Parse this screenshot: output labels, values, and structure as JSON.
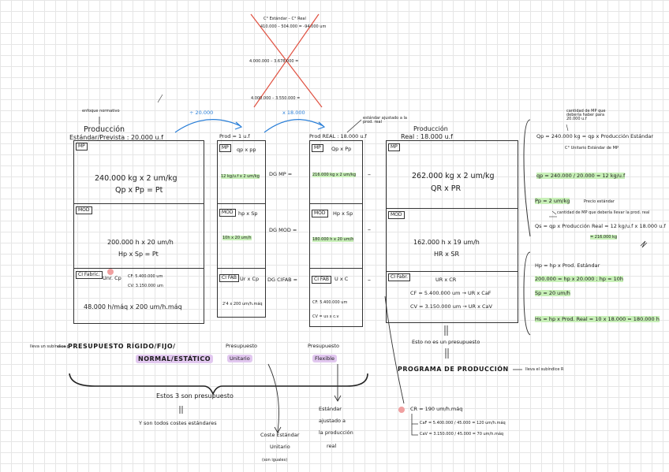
{
  "top": {
    "line1": "C° Estándar – C° Real",
    "line2": "410.000 – 504.000 = -94.000 um",
    "line3": "4.000.000 – 3.678.000 =",
    "line4": "4.000.000 – 3.550.000 ="
  },
  "enfoque": "enfoque normativo",
  "prod_std_label": "Producción",
  "prod_std_value": "Estándar/Prevista : 20.000 u.f",
  "arrow1": "÷ 20.000",
  "arrow2": "x 18.000",
  "prod_unit": "Prod = 1 u.f",
  "prod_real_flex": "Prod REAL : 18.000 u.f",
  "std_ajustado_note": "estándar ajustado a la prod. real",
  "prod_real_label": "Producción",
  "prod_real_value": "Real : 18.000 u.f",
  "box1": {
    "mp_tag": "MP",
    "mp_line1": "240.000 kg x 2 um/kg",
    "mp_line2": "Qp  x  Pp = Pt",
    "mod_tag": "MOD",
    "mod_line1": "200.000 h x 20 um/h",
    "mod_line2": "Hp x Sp = Pt",
    "cif_tag": "CI Fabric.",
    "cif_formula": "Unr. Cp",
    "cif_note1": "CF: 5.400.000 um",
    "cif_note2": "CV: 3.150.000 um",
    "cif_line": "48.000 h/máq x 200 um/h.máq"
  },
  "box2": {
    "mp_tag": "MP",
    "mp_formula": "qp x pp",
    "mp_value": "12 kg/u.f x 2 um/kg",
    "mod_tag": "MOD",
    "mod_formula": "hp x Sp",
    "mod_value": "10h x 20 um/h",
    "cif_tag": "CI FAB",
    "cif_formula": "Ur x Cp",
    "cif_value": "2'4 x 200 um/h.máq"
  },
  "dg": {
    "mp": "DG MP =",
    "mod": "DG MOD =",
    "cif": "DG CIFAB ="
  },
  "box3": {
    "mp_tag": "MP",
    "mp_formula": "Qp x Pp",
    "mp_value": "216.000 kg x 2 um/kg",
    "mod_tag": "MOD",
    "mod_formula": "Hp x Sp",
    "mod_value": "180.000 h x 20 um/h",
    "cif_tag": "CI FAB",
    "cif_formula": "U x C",
    "cif_cf": "CF: 5.400.000 um",
    "cif_cv": "CV = us x c.v"
  },
  "dash": "–",
  "box4": {
    "mp_tag": "MP",
    "mp_line1": "262.000 kg x 2 um/kg",
    "mp_line2": "QR x PR",
    "mod_tag": "MOD",
    "mod_line1": "162.000 h x 19 um/h",
    "mod_line2": "HR x SR",
    "cif_tag": "CI Fabr.",
    "cif_line1": "UR x CR",
    "cif_line2": "CF = 5.400.000 um → UR x CaF",
    "cif_line3": "CV = 3.150.000 um → UR x CaV"
  },
  "right": {
    "note_qp": "cantidad de MP que debería haber para 20.000 u.f",
    "qp_line": "Qp = 240.000 kg = qp x Producción Estándar",
    "qp_sub": "C° Unitario Estándar de MP",
    "qp_calc": "qp = 240.000 / 20.000 = 12 kg/u.f",
    "pp_line": "Pp = 2 um/kg",
    "pp_note": "Precio estándar",
    "qs_note": "cantidad de MP que debería llevar la prod. real",
    "qs_line": "Qs = qp x Producción Real = 12 kg/u.f x 18.000 u.f",
    "qs_result": "= 216.000 kg",
    "hp_line": "Hp = hp x Prod. Estándar",
    "hp_calc": "200.000 = hp x 20.000 ; hp = 10h",
    "sp_line": "Sp = 20 um/h",
    "hs_line": "Hs = hp x Prod. Real = 10 x 18.000 = 180.000 h"
  },
  "bottom": {
    "left_note": "lleva un subíndice p",
    "presupuesto_rigido": "PRESUPUESTO RÍGIDO/FIJO/",
    "normal_estatico": "NORMAL/ESTÁTICO",
    "presupuesto_unitario_1": "Presupuesto",
    "presupuesto_unitario_2": "Unitario",
    "presupuesto_flexible_1": "Presupuesto",
    "presupuesto_flexible_2": "Flexible",
    "estos3": "Estos 3 son presupuesto",
    "estandares": "Y son todos costes estándares",
    "coste_std_1": "Coste Estándar",
    "coste_std_2": "Unitario",
    "coste_std_3": "(son iguales)",
    "std_ajust_1": "Estándar",
    "std_ajust_2": "ajustado a",
    "std_ajust_3": "la producción",
    "std_ajust_4": "real",
    "no_presupuesto": "Esto no es un presupuesto",
    "programa": "PROGRAMA DE PRODUCCIÓN",
    "programa_note": "lleva el subíndice R",
    "cr_line": "CR = 190 um/h.máq",
    "caf_line": "CaF = 5.400.000 / 45.000 = 120 um/h.máq",
    "cav_line": "CaV = 3.150.000 / 45.000 = 70 um/h.máq"
  }
}
